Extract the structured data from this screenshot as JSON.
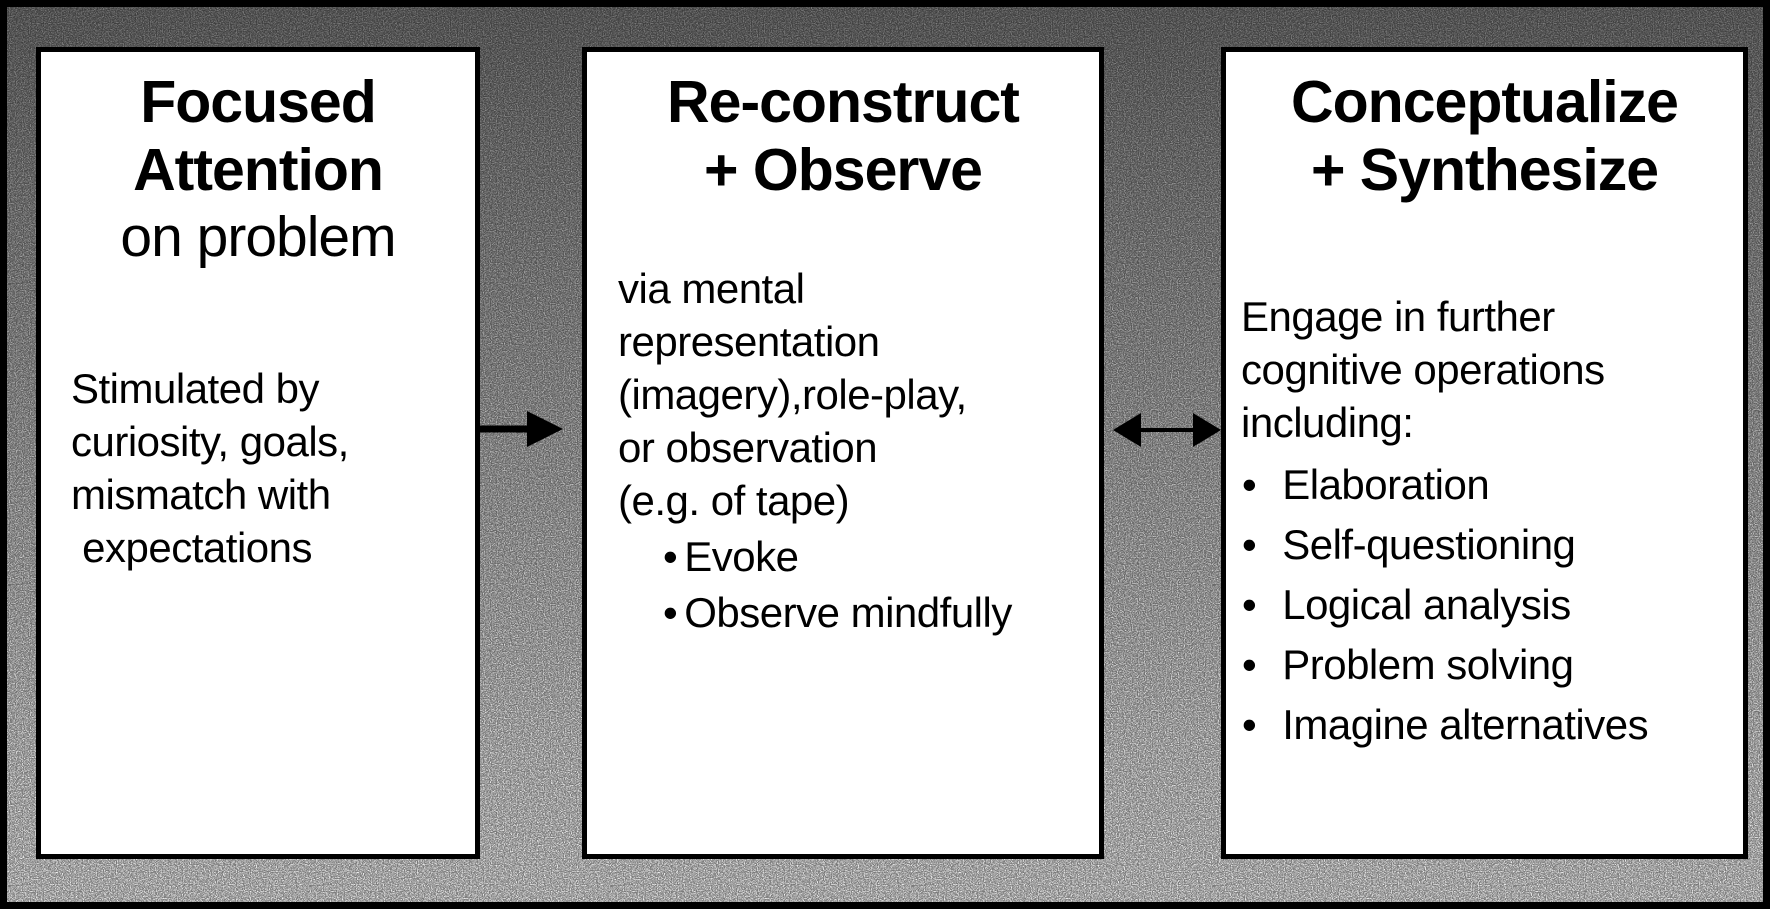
{
  "diagram": {
    "boxes": [
      {
        "title": "Focused\nAttention",
        "subtitle": "on problem",
        "body": "Stimulated by\ncuriosity, goals,\nmismatch with\n expectations",
        "bullets": []
      },
      {
        "title": "Re-construct\n+ Observe",
        "subtitle": "",
        "body": "via mental\nrepresentation\n(imagery),role-play,\nor observation\n(e.g. of tape)",
        "bullets": [
          "Evoke",
          "Observe mindfully"
        ]
      },
      {
        "title": "Conceptualize\n+ Synthesize",
        "subtitle": "",
        "body": "Engage in further\ncognitive operations\nincluding:",
        "bullets": [
          "Elaboration",
          "Self-questioning",
          "Logical analysis",
          "Problem solving",
          "Imagine alternatives"
        ]
      }
    ],
    "connectors": [
      {
        "icon": "right-arrow-icon",
        "from": "Focused Attention on problem",
        "to": "Re-construct + Observe"
      },
      {
        "icon": "double-headed-arrow-icon",
        "from": "Re-construct + Observe",
        "to": "Conceptualize + Synthesize"
      }
    ],
    "colors": {
      "frame": "#000000",
      "box_fill": "#ffffff",
      "box_border": "#000000",
      "text": "#000000",
      "background_top": "#7d7d7d",
      "background_bottom": "#f6f6f6"
    }
  }
}
